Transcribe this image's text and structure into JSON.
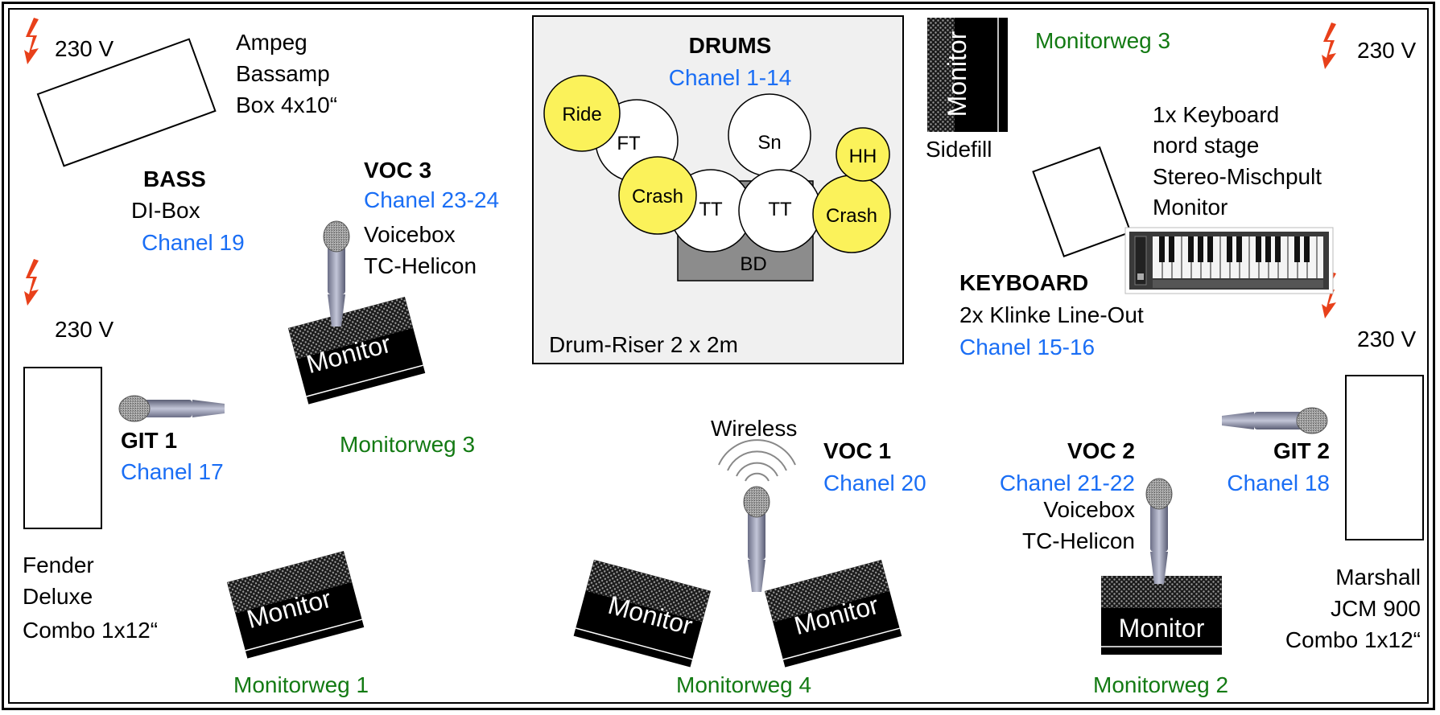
{
  "colors": {
    "channel": "#1a6ef5",
    "monitorweg": "#137a13",
    "power": "#e8401a",
    "cymbal": "#fbf25a",
    "drum": "#ffffff",
    "riser": "#f0f0f0",
    "kick": "#8c8c8c",
    "monitor": "#000000"
  },
  "power": {
    "label": "230 V",
    "icon": "lightning-icon"
  },
  "drums": {
    "title": "DRUMS",
    "channel": "Chanel 1-14",
    "riser": "Drum-Riser 2 x 2m",
    "pieces": {
      "ride": "Ride",
      "floor_tom": "FT",
      "snare": "Sn",
      "hihat": "HH",
      "crash_left": "Crash",
      "tom_1": "TT",
      "tom_2": "TT",
      "crash_right": "Crash",
      "bass_drum": "BD"
    }
  },
  "bass": {
    "amp": [
      "Ampeg",
      "Bassamp",
      "Box 4x10“"
    ],
    "title": "BASS",
    "source": "DI-Box",
    "channel": "Chanel 19"
  },
  "voc3": {
    "title": "VOC 3",
    "channel": "Chanel 23-24",
    "effect": [
      "Voicebox",
      "TC-Helicon"
    ]
  },
  "git1": {
    "title": "GIT 1",
    "channel": "Chanel 17",
    "amp": [
      "Fender",
      "Deluxe",
      "Combo 1x12“"
    ]
  },
  "voc1": {
    "wireless": "Wireless",
    "title": "VOC 1",
    "channel": "Chanel 20"
  },
  "voc2": {
    "title": "VOC 2",
    "channel": "Chanel 21-22",
    "effect": [
      "Voicebox",
      "TC-Helicon"
    ]
  },
  "git2": {
    "title": "GIT 2",
    "channel": "Chanel 18",
    "amp": [
      "Marshall",
      "JCM 900",
      "Combo 1x12“"
    ]
  },
  "keyboard": {
    "notes": [
      "1x Keyboard",
      "nord stage",
      "Stereo-Mischpult",
      "Monitor"
    ],
    "title": "KEYBOARD",
    "output": "2x Klinke Line-Out",
    "channel": "Chanel 15-16"
  },
  "monitors": {
    "label": "Monitor",
    "sidefill": "Sidefill",
    "weg_1": "Monitorweg 1",
    "weg_2": "Monitorweg 2",
    "weg_3_left": "Monitorweg 3",
    "weg_3_right": "Monitorweg 3",
    "weg_4": "Monitorweg 4"
  }
}
